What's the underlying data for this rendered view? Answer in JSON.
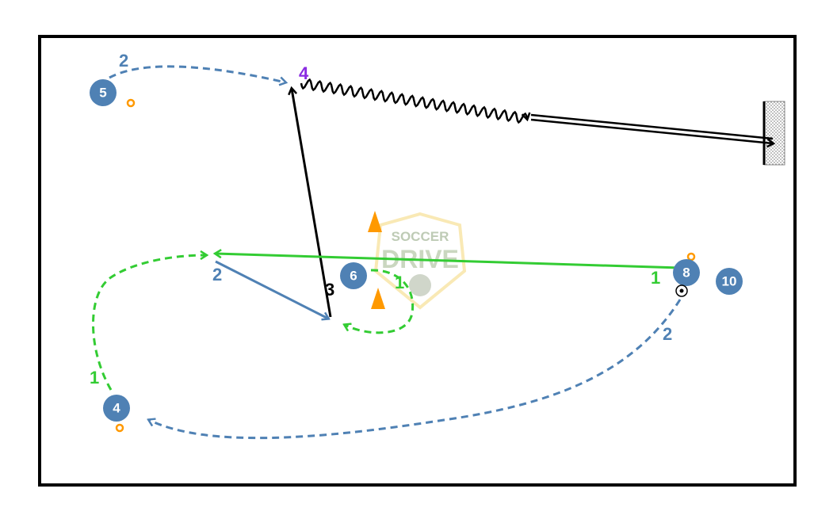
{
  "colors": {
    "player": "#4f81b4",
    "cone": "#ff9900",
    "green": "#33cc33",
    "blue": "#4f81b4",
    "purple": "#8a2be2",
    "black": "#000000"
  },
  "players": [
    {
      "number": "5"
    },
    {
      "number": "6"
    },
    {
      "number": "8"
    },
    {
      "number": "10"
    },
    {
      "number": "4"
    }
  ],
  "labels": {
    "run_5": "2",
    "shot_4": "4",
    "pass_3": "3",
    "pass_8": "1",
    "pass_blue": "2",
    "run_4": "1",
    "run_6": "1",
    "run_8": "2"
  },
  "logo": {
    "top": "SOCCER",
    "main": "DRIVE"
  }
}
